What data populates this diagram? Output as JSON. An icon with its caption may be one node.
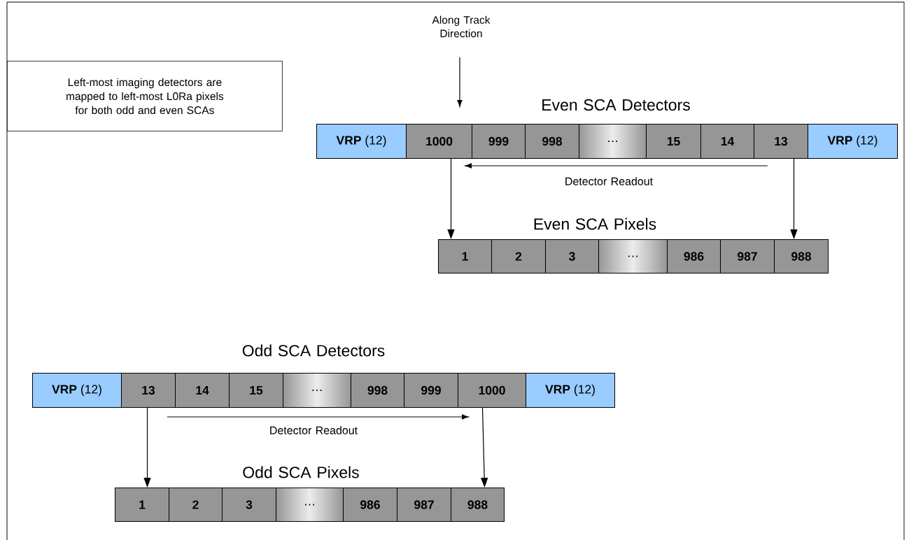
{
  "diagram": {
    "nodes": [
      {
        "text": [
          "Left-most imaging detectors are mapped to left-most L0Ra pixels for both odd and even SCAs"
        ]
      },
      {
        "text": [
          "**VRP** (12)"
        ]
      },
      {
        "text": [
          "1000"
        ]
      },
      {
        "text": [
          "999"
        ]
      },
      {
        "text": [
          "998"
        ]
      },
      {
        "text": [
          "…"
        ]
      },
      {
        "text": [
          "15"
        ]
      },
      {
        "text": [
          "14"
        ]
      },
      {
        "text": [
          "13"
        ]
      },
      {
        "text": [
          "**VRP** (12)"
        ]
      },
      {
        "text": [
          "1"
        ]
      },
      {
        "text": [
          "2"
        ]
      },
      {
        "text": [
          "3"
        ]
      },
      {
        "text": [
          "…"
        ]
      },
      {
        "text": [
          "986"
        ]
      },
      {
        "text": [
          "987"
        ]
      },
      {
        "text": [
          "988"
        ]
      },
      {
        "text": [
          "**VRP** (12)"
        ]
      },
      {
        "text": [
          "13"
        ]
      },
      {
        "text": [
          "14"
        ]
      },
      {
        "text": [
          "15"
        ]
      },
      {
        "text": [
          "…"
        ]
      },
      {
        "text": [
          "998"
        ]
      },
      {
        "text": [
          "999"
        ]
      },
      {
        "text": [
          "1000"
        ]
      },
      {
        "text": [
          "**VRP** (12)"
        ]
      },
      {
        "text": [
          "1"
        ]
      },
      {
        "text": [
          "2"
        ]
      },
      {
        "text": [
          "3"
        ]
      },
      {
        "text": [
          "…"
        ]
      },
      {
        "text": [
          "986"
        ]
      },
      {
        "text": [
          "987"
        ]
      },
      {
        "text": [
          "988"
        ]
      }
    ],
    "edges": [
      {
        "from": 2,
        "to": 10,
        "arrow": "to"
      },
      {
        "from": 8,
        "to": 16,
        "arrow": "to"
      },
      {
        "from": 18,
        "to": 26,
        "arrow": "to"
      },
      {
        "from": 24,
        "to": 32,
        "arrow": "to"
      }
    ],
    "labels": [
      "Along Track Direction",
      "Even SCA Detectors",
      "Detector Readout",
      "Even SCA Pixels",
      "Odd SCA Detectors",
      "Detector Readout",
      "Odd SCA Pixels"
    ]
  }
}
